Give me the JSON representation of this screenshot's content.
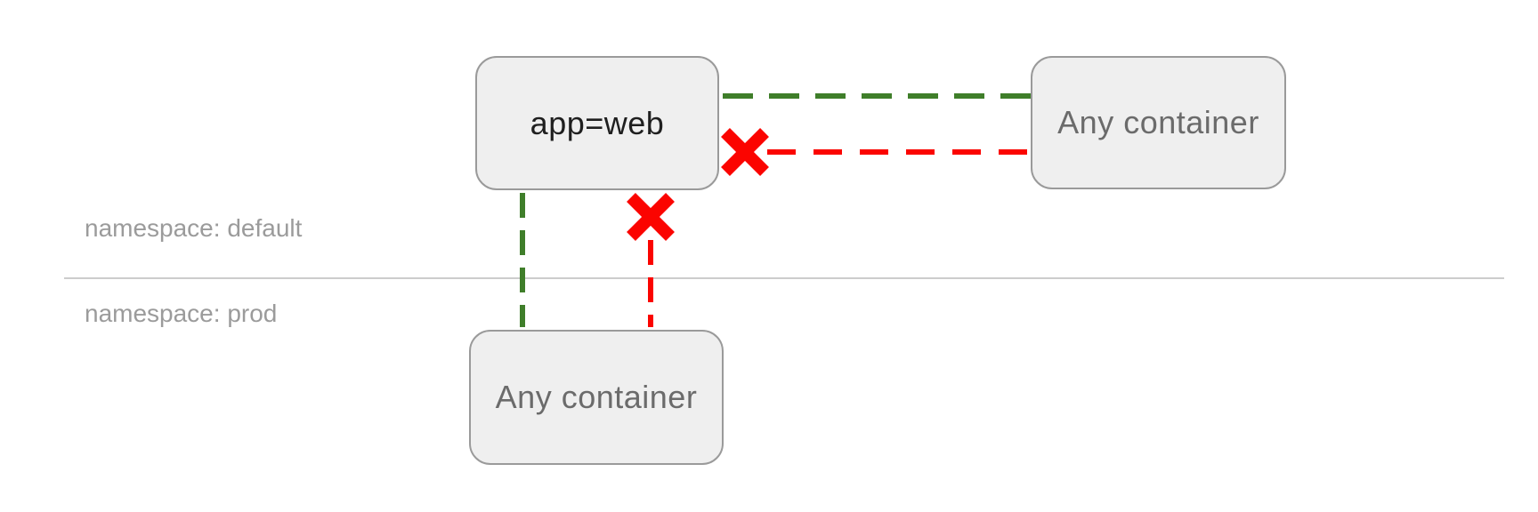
{
  "diagram": {
    "namespaces": {
      "default": {
        "label": "namespace: default"
      },
      "prod": {
        "label": "namespace: prod"
      }
    },
    "nodes": {
      "app_web": {
        "label": "app=web"
      },
      "any_container_default": {
        "label": "Any container"
      },
      "any_container_prod": {
        "label": "Any container"
      }
    },
    "colors": {
      "allowed": "#3f7e2a",
      "blocked": "#fb0400"
    }
  }
}
